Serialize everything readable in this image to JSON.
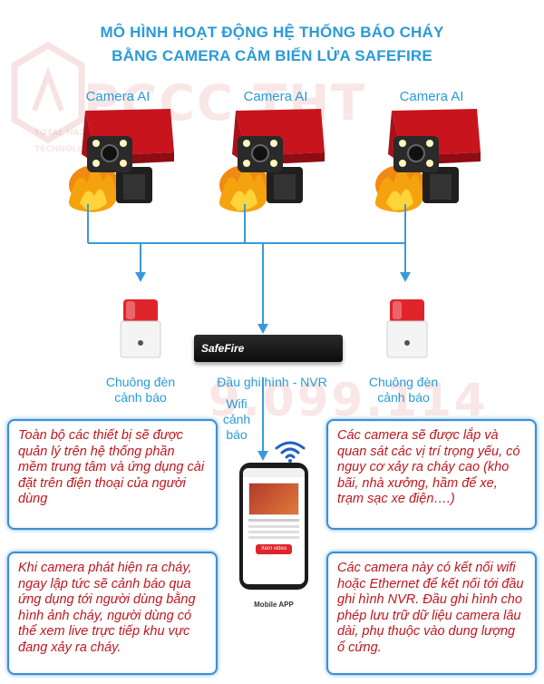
{
  "title": {
    "line1": "MÔ HÌNH HOẠT ĐỘNG HỆ THỐNG BÁO CHÁY",
    "line2": "BẰNG CAMERA CẢM BIẾN LỬA SAFEFIRE"
  },
  "watermark": {
    "brand": "PCCC THT",
    "tagline1": "TOTAL HAZA",
    "tagline2": "TECHNOLOG",
    "phone": "9.099.114"
  },
  "cameras": [
    {
      "label": "Camera AI",
      "icon": "camera-with-fire-icon"
    },
    {
      "label": "Camera AI",
      "icon": "camera-with-fire-icon"
    },
    {
      "label": "Camera AI",
      "icon": "camera-with-fire-icon"
    }
  ],
  "devices": {
    "siren_left": "Chuông đèn\ncảnh báo",
    "siren_right": "Chuông đèn\ncảnh báo",
    "nvr_label": "Đầu ghi hình - NVR",
    "nvr_brand": "SafeFire",
    "wifi_label": "Wifi\ncảnh\nbáo",
    "phone_label": "Mobile APP",
    "phone_screen_button": "Xem video"
  },
  "notes": {
    "top_left": "Toàn bộ các thiết bị sẽ được quản lý trên hệ thống phần mềm trung tâm và ứng dụng cài đặt trên điện thoại của người dùng",
    "top_right": "Các camera sẽ được lắp và quan sát các vị trí trọng yếu, có nguy cơ xảy ra cháy cao (kho bãi, nhà xưởng, hầm để xe, trạm sạc xe điện….)",
    "bottom_left": "Khi camera phát hiện ra cháy, ngay lập tức sẽ cảnh báo qua ứng dụng tới người dùng bằng hình ảnh cháy, người dùng có thể xem live trực tiếp khu vực đang xảy ra cháy.",
    "bottom_right": "Các camera này có kết nối wifi hoặc Ethernet để kết nối tới đầu ghi hình NVR. Đầu ghi hình cho phép lưu trữ dữ liệu camera lâu dài, phụ thuộc vào dung lượng ổ cứng."
  },
  "colors": {
    "accent": "#2a9bd8",
    "note_text": "#c0171d",
    "camera_red": "#c8141c",
    "connector": "#3a9ad9"
  }
}
